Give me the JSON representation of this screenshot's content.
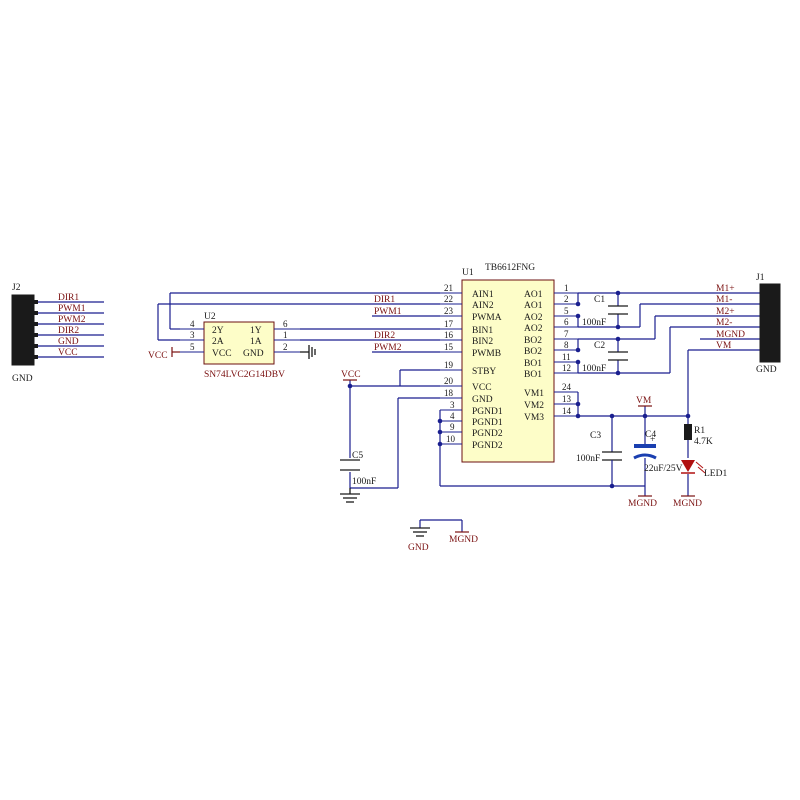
{
  "u1": {
    "ref": "U1",
    "part": "TB6612FNG",
    "left_pins": [
      {
        "num": "21",
        "name": "AIN1"
      },
      {
        "num": "22",
        "name": "AIN2"
      },
      {
        "num": "23",
        "name": "PWMA"
      },
      {
        "num": "17",
        "name": "BIN1"
      },
      {
        "num": "16",
        "name": "BIN2"
      },
      {
        "num": "15",
        "name": "PWMB"
      },
      {
        "num": "19",
        "name": "STBY"
      },
      {
        "num": "20",
        "name": "VCC"
      },
      {
        "num": "18",
        "name": "GND"
      },
      {
        "num": "3",
        "name": "PGND1"
      },
      {
        "num": "4",
        "name": "PGND1"
      },
      {
        "num": "9",
        "name": "PGND2"
      },
      {
        "num": "10",
        "name": "PGND2"
      }
    ],
    "right_pins": [
      {
        "num": "1",
        "name": "AO1"
      },
      {
        "num": "2",
        "name": "AO1"
      },
      {
        "num": "5",
        "name": "AO2"
      },
      {
        "num": "6",
        "name": "AO2"
      },
      {
        "num": "7",
        "name": "BO2"
      },
      {
        "num": "8",
        "name": "BO2"
      },
      {
        "num": "11",
        "name": "BO1"
      },
      {
        "num": "12",
        "name": "BO1"
      },
      {
        "num": "24",
        "name": "VM1"
      },
      {
        "num": "13",
        "name": "VM2"
      },
      {
        "num": "14",
        "name": "VM3"
      }
    ]
  },
  "u2": {
    "ref": "U2",
    "part": "SN74LVC2G14DBV",
    "left_pins": [
      {
        "num": "4",
        "name": "2Y"
      },
      {
        "num": "3",
        "name": "2A"
      },
      {
        "num": "5",
        "name": "VCC"
      }
    ],
    "right_pins": [
      {
        "num": "6",
        "name": "1Y"
      },
      {
        "num": "1",
        "name": "1A"
      },
      {
        "num": "2",
        "name": "GND"
      }
    ]
  },
  "j2": {
    "ref": "J2",
    "footer": "GND",
    "nets": [
      "DIR1",
      "PWM1",
      "PWM2",
      "DIR2",
      "GND",
      "VCC"
    ]
  },
  "j1": {
    "ref": "J1",
    "footer": "GND",
    "nets": [
      "M1+",
      "M1-",
      "M2+",
      "M2-",
      "MGND",
      "VM"
    ]
  },
  "net_labels": {
    "dir1": "DIR1",
    "pwm1": "PWM1",
    "dir2": "DIR2",
    "pwm2": "PWM2",
    "u2_vcc": "VCC",
    "vcc_top": "VCC",
    "vm_top": "VM",
    "mgnd_c4": "MGND",
    "mgnd_led": "MGND",
    "gnd_bottom": "GND",
    "mgnd_bottom": "MGND"
  },
  "components": {
    "c1": {
      "ref": "C1",
      "value": "100nF"
    },
    "c2": {
      "ref": "C2",
      "value": "100nF"
    },
    "c3": {
      "ref": "C3",
      "value": "100nF"
    },
    "c4": {
      "ref": "C4",
      "value": "22uF/25V"
    },
    "c5": {
      "ref": "C5",
      "value": "100nF"
    },
    "r1": {
      "ref": "R1",
      "value": "4.7K"
    },
    "led1": {
      "ref": "LED1"
    }
  },
  "colors": {
    "wire": "#1a1f8f",
    "ic_body": "#fdfdc8",
    "ic_border": "#6b1010",
    "net_label": "#7a1010",
    "c4_body": "#1a3fb0",
    "led": "#b01010"
  }
}
